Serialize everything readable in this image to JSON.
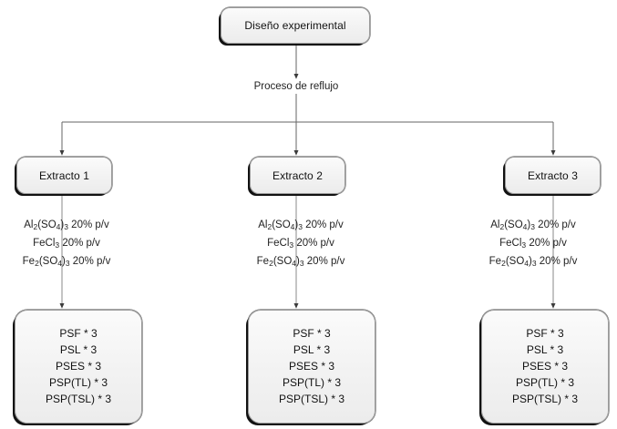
{
  "diagram": {
    "type": "flowchart",
    "language": "es",
    "title_node": {
      "label": "Diseño experimental"
    },
    "edge_label": {
      "label": "Proceso de reflujo"
    },
    "branches": [
      {
        "node": {
          "label": "Extracto 1"
        },
        "reagents": [
          {
            "formula_html": "Al<sub>2</sub>(SO<sub>4</sub>)<sub>3</sub> 20% p/v",
            "text": "Al2(SO4)3 20% p/v"
          },
          {
            "formula_html": "FeCl<sub>3</sub> 20% p/v",
            "text": "FeCl3 20% p/v"
          },
          {
            "formula_html": "Fe<sub>2</sub>(SO<sub>4</sub>)<sub>3</sub> 20% p/v",
            "text": "Fe2(SO4)3 20% p/v"
          }
        ],
        "results": [
          "PSF * 3",
          "PSL * 3",
          "PSES * 3",
          "PSP(TL) * 3",
          "PSP(TSL) * 3"
        ]
      },
      {
        "node": {
          "label": "Extracto 2"
        },
        "reagents": [
          {
            "formula_html": "Al<sub>2</sub>(SO<sub>4</sub>)<sub>3</sub> 20% p/v",
            "text": "Al2(SO4)3 20% p/v"
          },
          {
            "formula_html": "FeCl<sub>3</sub> 20% p/v",
            "text": "FeCl3 20% p/v"
          },
          {
            "formula_html": "Fe<sub>2</sub>(SO<sub>4</sub>)<sub>3</sub> 20% p/v",
            "text": "Fe2(SO4)3 20% p/v"
          }
        ],
        "results": [
          "PSF * 3",
          "PSL * 3",
          "PSES * 3",
          "PSP(TL) * 3",
          "PSP(TSL) * 3"
        ]
      },
      {
        "node": {
          "label": "Extracto 3"
        },
        "reagents": [
          {
            "formula_html": "Al<sub>2</sub>(SO<sub>4</sub>)<sub>3</sub> 20% p/v",
            "text": "Al2(SO4)3 20% p/v"
          },
          {
            "formula_html": "FeCl<sub>3</sub> 20% p/v",
            "text": "FeCl3 20% p/v"
          },
          {
            "formula_html": "Fe<sub>2</sub>(SO<sub>4</sub>)<sub>3</sub> 20% p/v",
            "text": "Fe2(SO4)3 20% p/v"
          }
        ],
        "results": [
          "PSF * 3",
          "PSL * 3",
          "PSES * 3",
          "PSP(TL) * 3",
          "PSP(TSL) * 3"
        ]
      }
    ],
    "colors": {
      "background": "#ffffff",
      "node_fill": "#f2f2f2",
      "node_border": "#9a9a9a",
      "node_shadow": "#111111",
      "connector": "#555555",
      "text": "#111111"
    }
  }
}
